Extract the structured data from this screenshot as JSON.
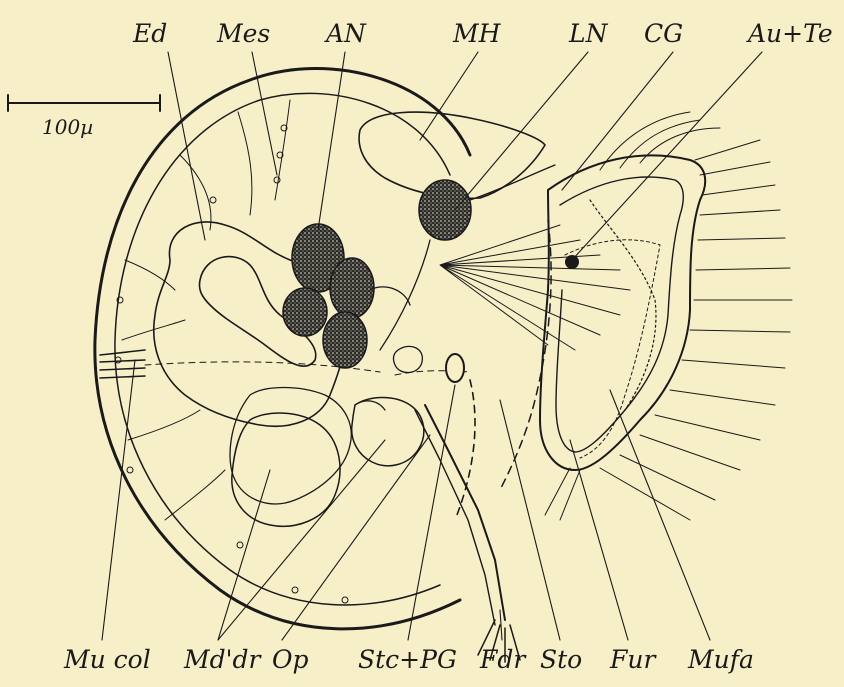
{
  "scale_bar": {
    "label": "100µ"
  },
  "labels": {
    "top": [
      {
        "key": "ed",
        "text": "Ed"
      },
      {
        "key": "mes",
        "text": "Mes"
      },
      {
        "key": "an",
        "text": "AN"
      },
      {
        "key": "mh",
        "text": "MH"
      },
      {
        "key": "ln",
        "text": "LN"
      },
      {
        "key": "cg",
        "text": "CG"
      },
      {
        "key": "au_te",
        "text": "Au+Te"
      }
    ],
    "bottom": [
      {
        "key": "mucol",
        "text": "Mu col"
      },
      {
        "key": "mddr",
        "text": "Md'dr"
      },
      {
        "key": "op",
        "text": "Op"
      },
      {
        "key": "stc_pg",
        "text": "Stc+PG"
      },
      {
        "key": "fdr",
        "text": "Fdr"
      },
      {
        "key": "sto",
        "text": "Sto"
      },
      {
        "key": "fur",
        "text": "Fur"
      },
      {
        "key": "mufa",
        "text": "Mufa"
      }
    ]
  },
  "colors": {
    "paper": "#f6efc8",
    "ink": "#1a1a1a",
    "stipple": "#3a3a3a"
  }
}
